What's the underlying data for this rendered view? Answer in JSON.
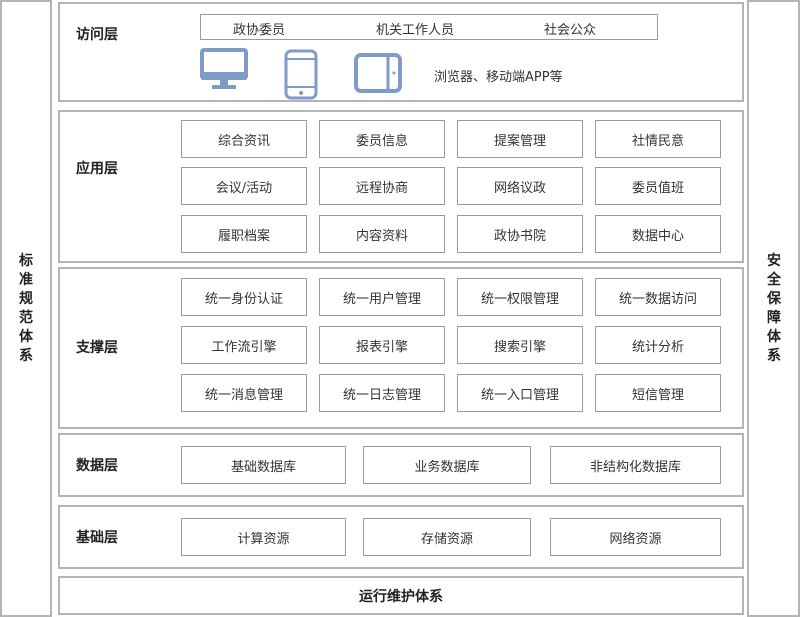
{
  "left_pillar": "标准规范体系",
  "right_pillar": "安全保障体系",
  "access": {
    "name": "访问层",
    "users": [
      "政协委员",
      "机关工作人员",
      "社会公众"
    ],
    "devices": [
      "desktop-icon",
      "phone-icon",
      "tablet-icon"
    ],
    "device_text": "浏览器、移动端APP等"
  },
  "application": {
    "name": "应用层",
    "items": [
      "综合资讯",
      "委员信息",
      "提案管理",
      "社情民意",
      "会议/活动",
      "远程协商",
      "网络议政",
      "委员值班",
      "履职档案",
      "内容资料",
      "政协书院",
      "数据中心"
    ]
  },
  "support": {
    "name": "支撑层",
    "items": [
      "统一身份认证",
      "统一用户管理",
      "统一权限管理",
      "统一数据访问",
      "工作流引擎",
      "报表引擎",
      "搜索引擎",
      "统计分析",
      "统一消息管理",
      "统一日志管理",
      "统一入口管理",
      "短信管理"
    ]
  },
  "data": {
    "name": "数据层",
    "items": [
      "基础数据库",
      "业务数据库",
      "非结构化数据库"
    ]
  },
  "base": {
    "name": "基础层",
    "items": [
      "计算资源",
      "存储资源",
      "网络资源"
    ]
  },
  "ops": "运行维护体系",
  "colors": {
    "icon": "#7f9cc9",
    "border": "#b4b4b4"
  }
}
